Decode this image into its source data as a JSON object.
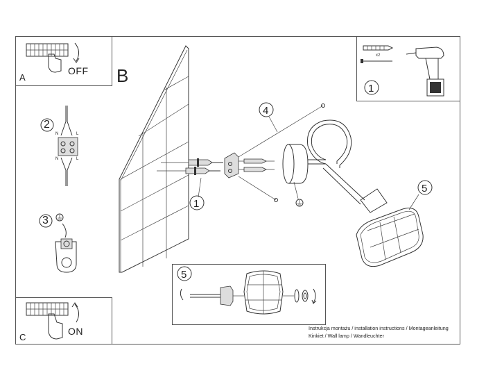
{
  "section_b_label": "B",
  "step_a": {
    "letter": "A",
    "switch_text": "OFF"
  },
  "step_c": {
    "letter": "C",
    "switch_text": "ON"
  },
  "tools": {
    "step_number": "1",
    "quantity": "x2"
  },
  "wiring_steps": {
    "wires": "2",
    "ground": "3"
  },
  "callouts": {
    "mount_kit": "1",
    "cover": "4",
    "shade": "5",
    "detail": "5"
  },
  "terminal_letters": {
    "n_top": "N",
    "l_top": "L",
    "n_bottom": "N",
    "l_bottom": "L"
  },
  "caption": {
    "line1": "Instrukcja montażu / installation instructions / Montageanleitung",
    "line2": "Kinkiet / Wall lamp / Wandleuchter"
  }
}
